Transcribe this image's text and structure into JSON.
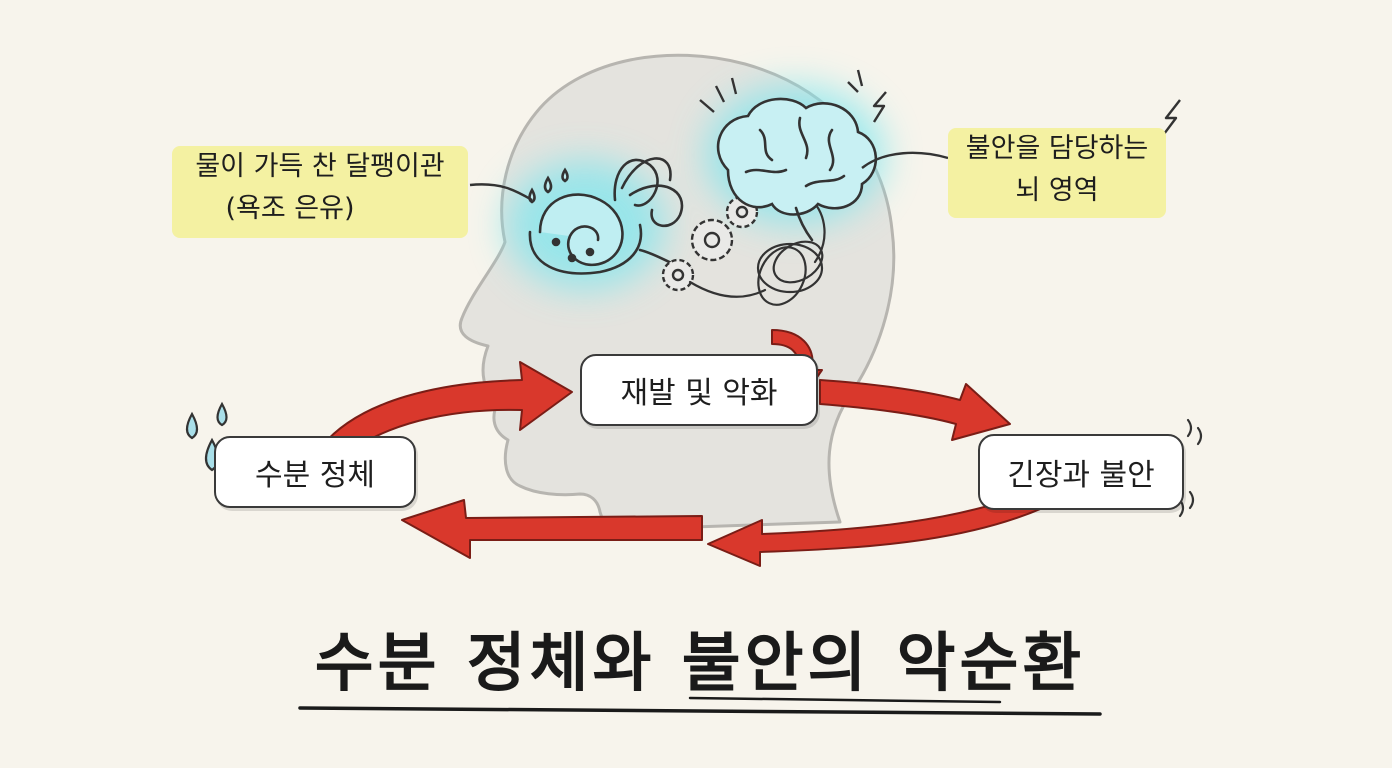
{
  "title": "수분 정체와 불안의 악순환",
  "labels": {
    "cochlea_line1": "물이 가득 찬 달팽이관",
    "cochlea_line2": "(욕조 은유)",
    "brain_line1": "불안을 담당하는",
    "brain_line2": "뇌 영역"
  },
  "cycle": {
    "relapse": "재발 및 악화",
    "retention": "수분 정체",
    "anxiety": "긴장과 불안"
  },
  "icons": {
    "head": "head-silhouette-icon",
    "cochlea": "cochlea-icon",
    "brain": "brain-icon",
    "gears": "gear-icon",
    "knot": "tangled-nerves-icon",
    "lightning": "lightning-icon",
    "droplets": "water-drop-icon",
    "wave": "water-wave-icon"
  },
  "colors": {
    "arrow": "#d9382c",
    "note": "#f4f1a2",
    "glow": "#7fe6ee",
    "head": "#e4e3de"
  }
}
